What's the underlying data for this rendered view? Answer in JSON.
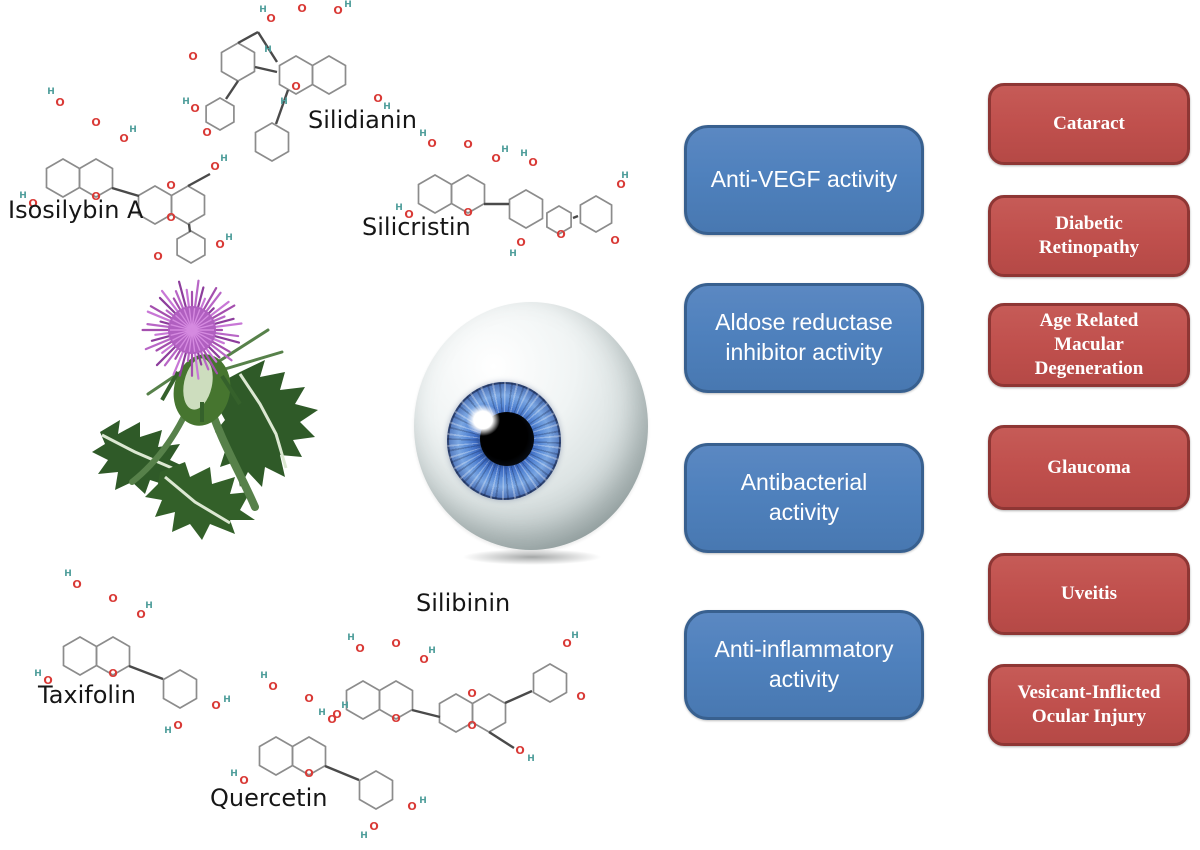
{
  "compounds": [
    {
      "name": "Isosilybin A"
    },
    {
      "name": "Silidianin"
    },
    {
      "name": "Silicristin"
    },
    {
      "name": "Taxifolin"
    },
    {
      "name": "Silibinin"
    },
    {
      "name": "Quercetin"
    }
  ],
  "activities": [
    {
      "label": "Anti-VEGF activity"
    },
    {
      "label": "Aldose reductase inhibitor activity"
    },
    {
      "label": "Antibacterial activity"
    },
    {
      "label": "Anti-inflammatory activity"
    }
  ],
  "diseases": [
    {
      "label": "Cataract"
    },
    {
      "label": "Diabetic Retinopathy"
    },
    {
      "label": "Age Related Macular Degeneration"
    },
    {
      "label": "Glaucoma"
    },
    {
      "label": "Uveitis"
    },
    {
      "label": "Vesicant-Inflicted Ocular Injury"
    }
  ],
  "images": {
    "plant": "milk-thistle-plant",
    "eye": "human-eyeball"
  },
  "colors": {
    "activity_fill": "#4f81bd",
    "activity_border": "#38608f",
    "disease_fill": "#c0504d",
    "disease_border": "#8e3634",
    "box_text": "#ffffff",
    "atom_oxygen": "#d93a36",
    "atom_hydrogen": "#4f9e9b",
    "bond": "#8c8c8c"
  }
}
